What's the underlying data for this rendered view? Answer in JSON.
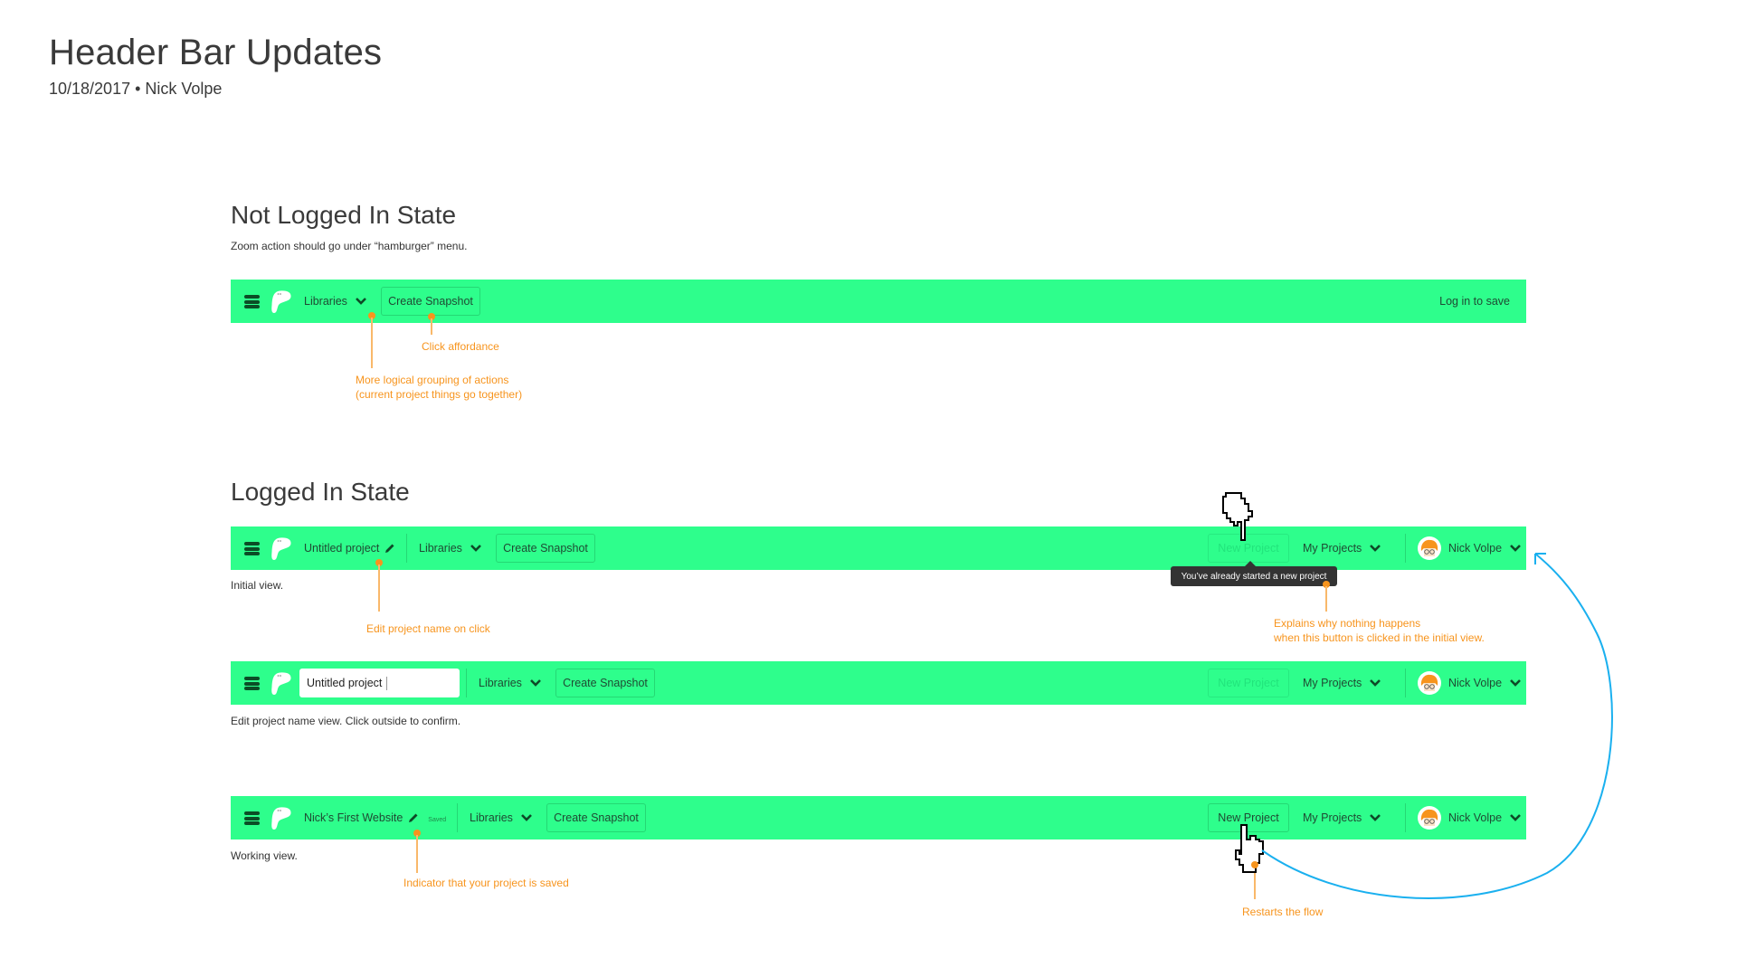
{
  "doc": {
    "title": "Header Bar Updates",
    "subtitle": "10/18/2017 • Nick Volpe"
  },
  "sections": {
    "not_logged_in": {
      "title": "Not Logged In State",
      "note": "Zoom action should go under “hamburger” menu."
    },
    "logged_in": {
      "title": "Logged In State"
    }
  },
  "bars": {
    "not_logged": {
      "libraries": "Libraries",
      "snapshot": "Create Snapshot",
      "login": "Log in to save"
    },
    "initial": {
      "project_name": "Untitled project",
      "libraries": "Libraries",
      "snapshot": "Create Snapshot",
      "new_project": "New Project",
      "my_projects": "My Projects",
      "user": "Nick Volpe",
      "caption": "Initial view."
    },
    "edit": {
      "project_name_value": "Untitled project",
      "libraries": "Libraries",
      "snapshot": "Create Snapshot",
      "new_project": "New Project",
      "my_projects": "My Projects",
      "user": "Nick Volpe",
      "caption": "Edit project name view. Click outside to confirm."
    },
    "working": {
      "project_name": "Nick’s First Website",
      "saved": "Saved",
      "libraries": "Libraries",
      "snapshot": "Create Snapshot",
      "new_project": "New Project",
      "my_projects": "My Projects",
      "user": "Nick Volpe",
      "caption": "Working view."
    }
  },
  "tooltip": "You’ve already started a new project",
  "annotations": {
    "click_affordance": "Click affordance",
    "grouping_line1": "More logical grouping of actions",
    "grouping_line2": "(current project things go together)",
    "edit_name": "Edit project name on click",
    "explains_line1": "Explains why nothing happens",
    "explains_line2": "when this button is clicked in the initial view.",
    "saved_indicator": "Indicator that your project is saved",
    "restarts": "Restarts the flow"
  },
  "colors": {
    "bar_green": "#2efe8c",
    "annotation_orange": "#f7941d",
    "flow_arrow_blue": "#1ab0ef",
    "tooltip_bg": "#333333"
  },
  "icons": [
    "hamburger-icon",
    "logo-icon",
    "chevron-down-icon",
    "pencil-icon",
    "avatar",
    "hand-pointer-cursor-icon",
    "flow-arrow"
  ]
}
